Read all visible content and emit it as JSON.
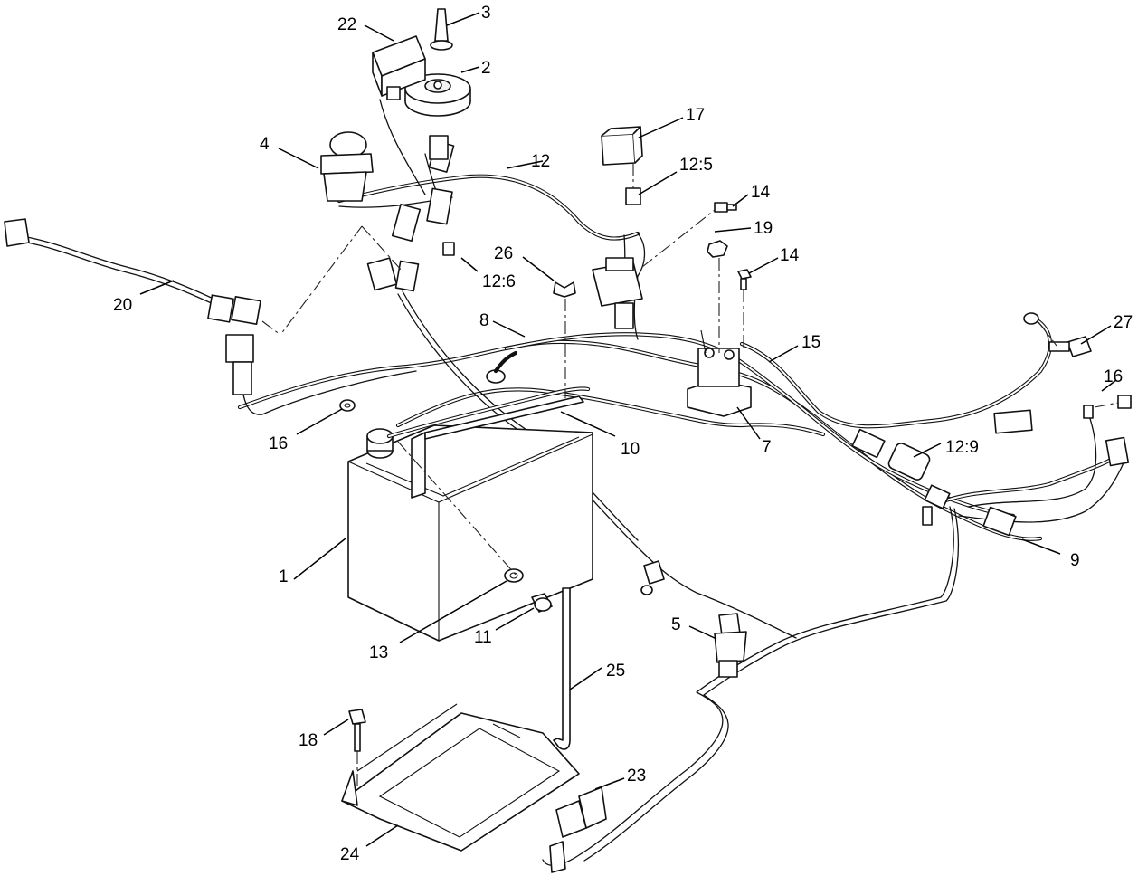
{
  "callouts": [
    {
      "id": "c1",
      "label": "1"
    },
    {
      "id": "c2",
      "label": "2"
    },
    {
      "id": "c3",
      "label": "3"
    },
    {
      "id": "c4",
      "label": "4"
    },
    {
      "id": "c5",
      "label": "5"
    },
    {
      "id": "c7",
      "label": "7"
    },
    {
      "id": "c8",
      "label": "8"
    },
    {
      "id": "c9",
      "label": "9"
    },
    {
      "id": "c10",
      "label": "10"
    },
    {
      "id": "c11",
      "label": "11"
    },
    {
      "id": "c12",
      "label": "12"
    },
    {
      "id": "c12_5",
      "label": "12:5"
    },
    {
      "id": "c12_6",
      "label": "12:6"
    },
    {
      "id": "c12_9",
      "label": "12:9"
    },
    {
      "id": "c13",
      "label": "13"
    },
    {
      "id": "c14a",
      "label": "14"
    },
    {
      "id": "c14b",
      "label": "14"
    },
    {
      "id": "c15",
      "label": "15"
    },
    {
      "id": "c16a",
      "label": "16"
    },
    {
      "id": "c16b",
      "label": "16"
    },
    {
      "id": "c17",
      "label": "17"
    },
    {
      "id": "c18",
      "label": "18"
    },
    {
      "id": "c19",
      "label": "19"
    },
    {
      "id": "c20",
      "label": "20"
    },
    {
      "id": "c22",
      "label": "22"
    },
    {
      "id": "c23",
      "label": "23"
    },
    {
      "id": "c24",
      "label": "24"
    },
    {
      "id": "c25",
      "label": "25"
    },
    {
      "id": "c26",
      "label": "26"
    },
    {
      "id": "c27",
      "label": "27"
    }
  ]
}
